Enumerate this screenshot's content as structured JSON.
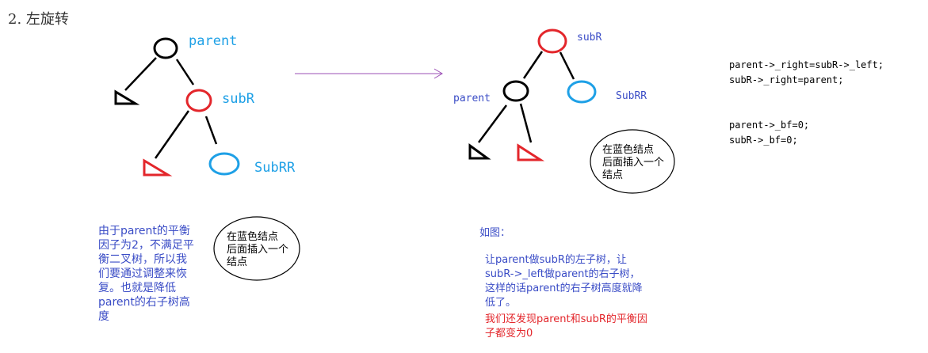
{
  "heading": "2. 左旋转",
  "colors": {
    "ink": "#000000",
    "node_red": "#e3262b",
    "node_blue": "#1ea0e6",
    "label_blue": "#1ea0e6",
    "note_blue": "#3a4cc6",
    "note_red": "#e3262b",
    "arrow": "#9b4fb5"
  },
  "before": {
    "parent_label": "parent",
    "subR_label": "subR",
    "SubRR_label": "SubRR",
    "explanation": "由于parent的平衡\n因子为2，不满足平\n衡二叉树，所以我\n们要通过调整来恢\n复。也就是降低\nparent的右子树高\n度",
    "bubble_note": "在蓝色结点\n后面插入一个\n结点"
  },
  "after": {
    "subR_label": "subR",
    "parent_label": "parent",
    "SubRR_label": "SubRR",
    "bubble_note": "在蓝色结点\n后面插入一个\n结点",
    "fig_label": "如图：",
    "explanation": "让parent做subR的左子树，让\nsubR->_left做parent的右子树，\n这样的话parent的右子树高度就降\n低了。",
    "conclusion": "我们还发现parent和subR的平衡因\n子都变为0"
  },
  "code": {
    "pointer_lines": "parent->_right=subR->_left;\nsubR->_right=parent;",
    "bf_lines": "parent->_bf=0;\nsubR->_bf=0;"
  }
}
